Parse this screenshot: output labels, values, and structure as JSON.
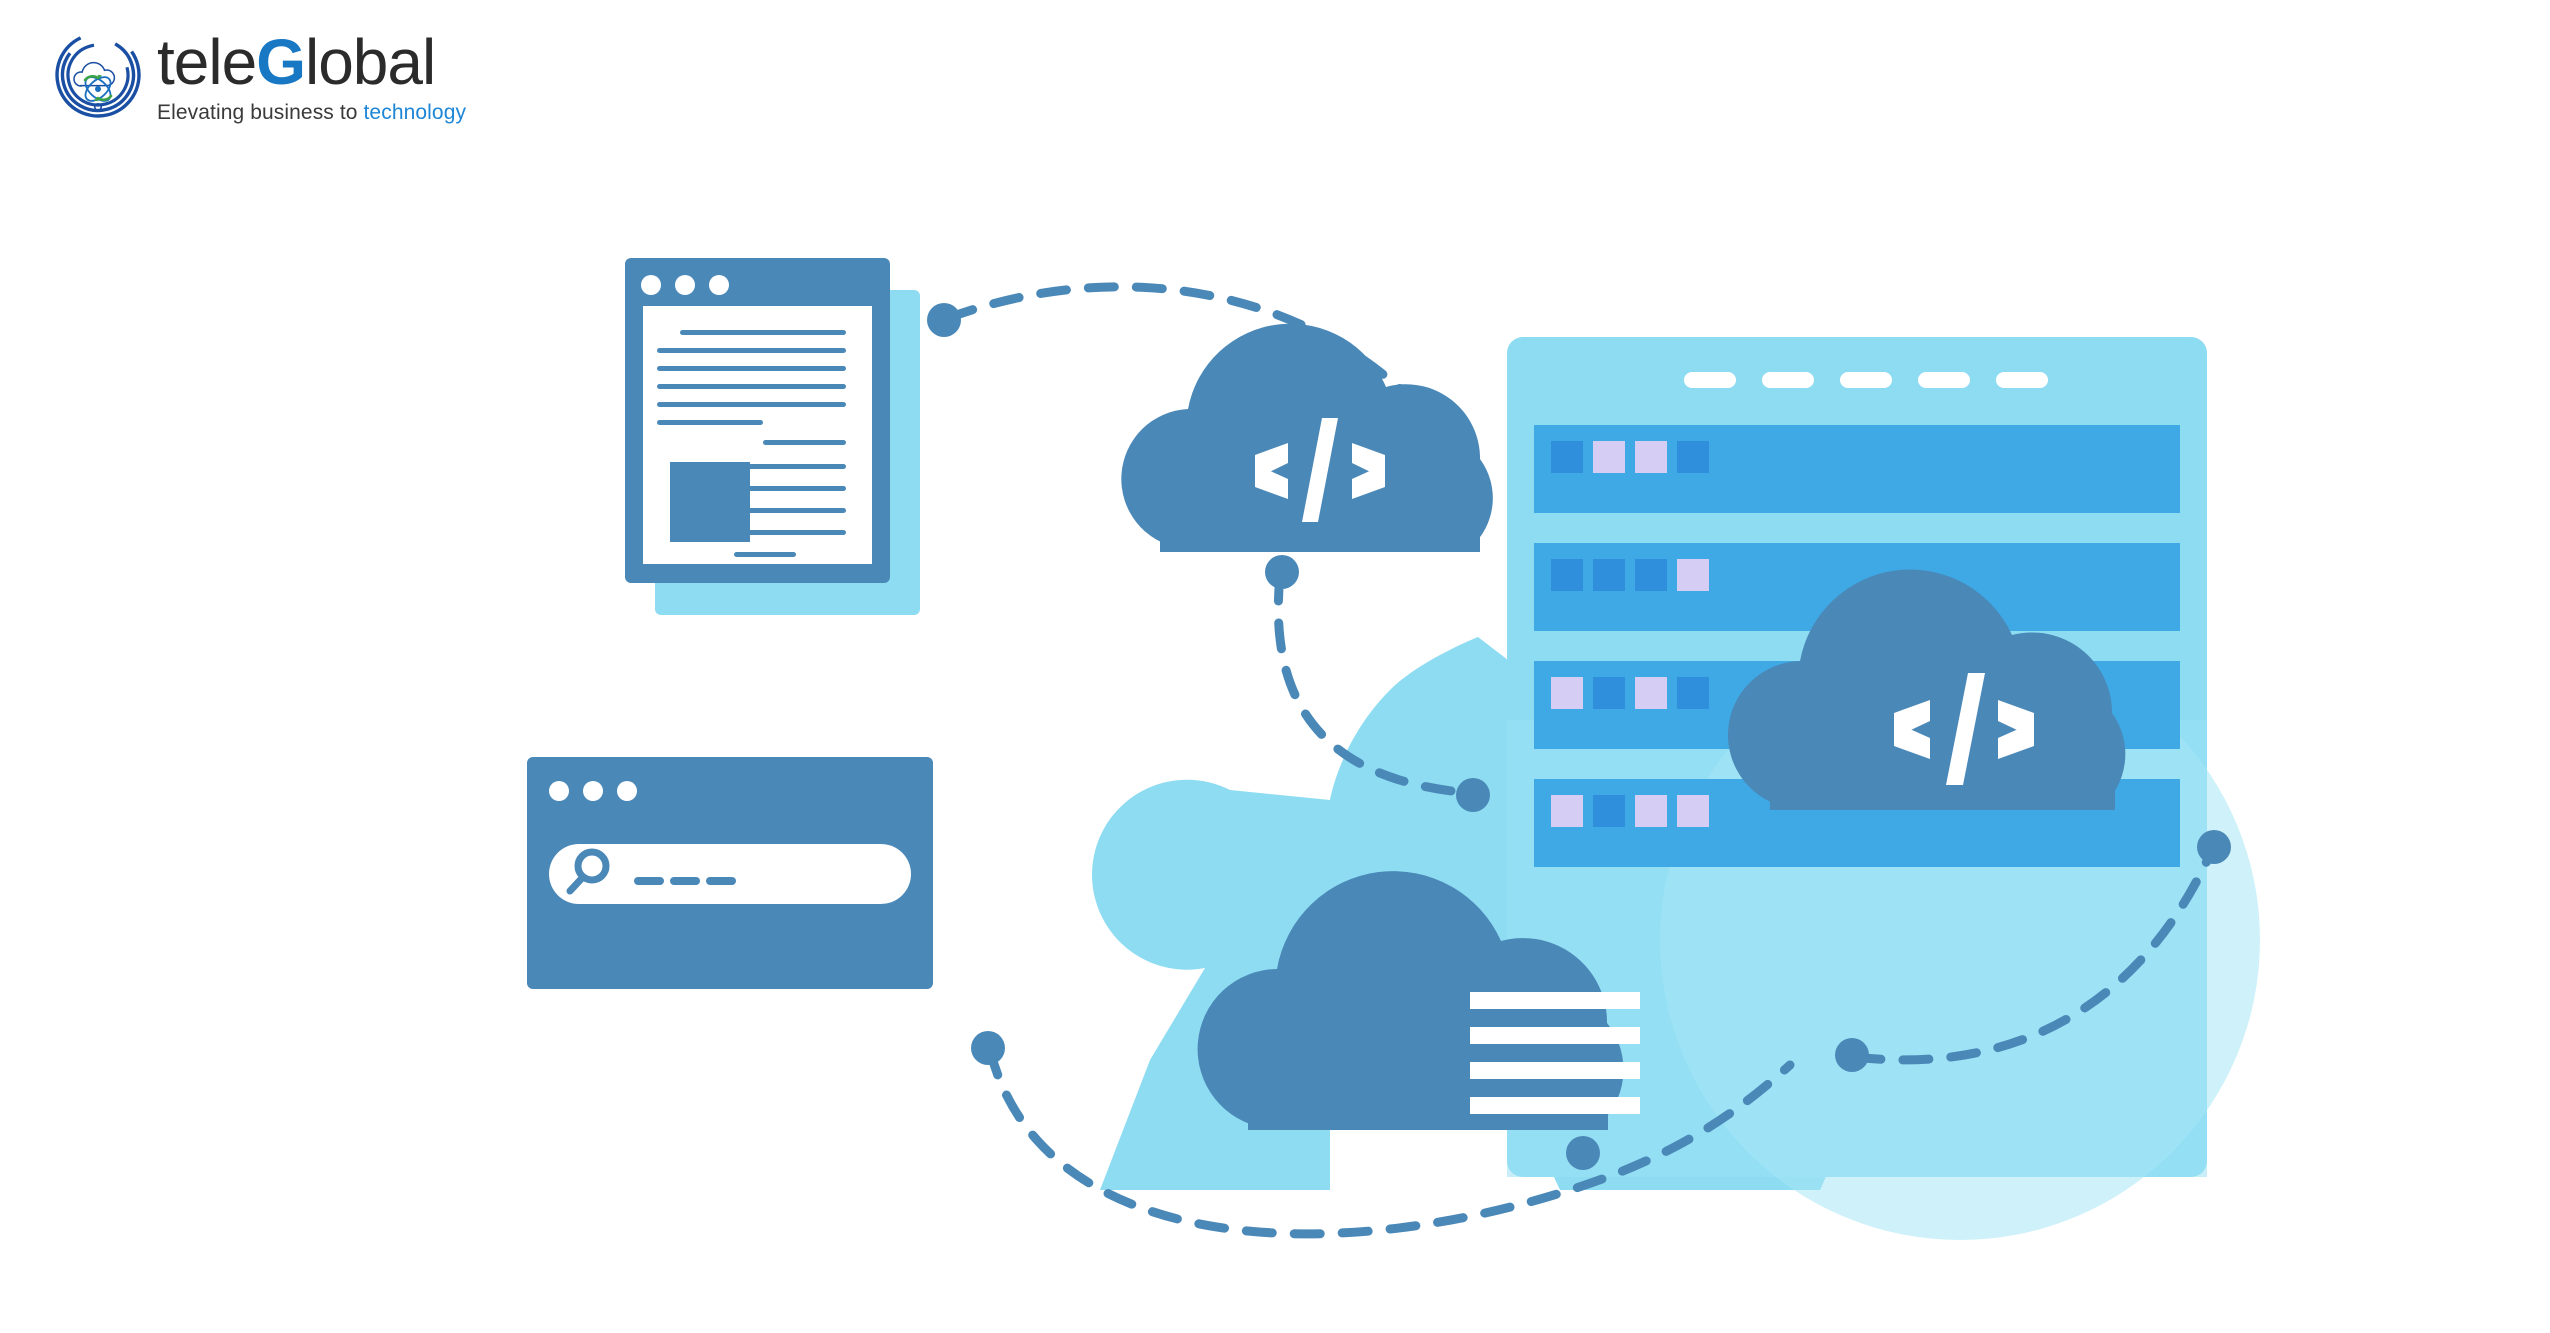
{
  "brand": {
    "name_part1": "tele",
    "name_accent": "G",
    "name_part2": "lobal",
    "tagline_plain": "Elevating business to ",
    "tagline_accent": "technology",
    "logo_icon": "cloud-atom-swirl-logo",
    "colors": {
      "text_dark": "#2b2b2b",
      "accent_blue": "#1878c4",
      "tagline_link": "#1d86d6",
      "logo_ring": "#1a4fa3",
      "logo_green": "#3aa447"
    }
  },
  "illustration": {
    "name": "cloud-computing-hero-illustration",
    "palette": {
      "steel_blue": "#4a88b8",
      "mid_blue": "#3fa9e5",
      "light_cyan": "#8adcf0",
      "pale_cyan": "#a5e4f5",
      "lavender": "#d6cdf5",
      "bright_blue": "#2f8fdd",
      "white": "#ffffff"
    },
    "document_window": {
      "name": "document-browser-window",
      "dots": 3,
      "body_lines": 11,
      "image_placeholder": true
    },
    "search_window": {
      "name": "search-browser-window",
      "dots": 3,
      "search_icon": "magnifier-icon",
      "query_dashes": 3,
      "placeholder": "___ ___ ___"
    },
    "server_rack": {
      "name": "server-rack",
      "top_vents": 5,
      "bays": [
        {
          "leds": [
            "blue",
            "lavender",
            "lavender",
            "blue"
          ]
        },
        {
          "leds": [
            "blue",
            "blue",
            "blue",
            "lavender"
          ]
        },
        {
          "leds": [
            "lavender",
            "blue",
            "lavender",
            "blue"
          ]
        },
        {
          "leds": [
            "lavender",
            "blue",
            "lavender",
            "lavender"
          ]
        }
      ]
    },
    "clouds": [
      {
        "name": "cloud-code-top",
        "glyph": "</>",
        "type": "code"
      },
      {
        "name": "cloud-code-right",
        "glyph": "</>",
        "type": "code"
      },
      {
        "name": "cloud-data-bottom",
        "glyph": "",
        "type": "lines",
        "lines": 4
      }
    ],
    "gear": {
      "name": "gear-backdrop",
      "teeth_notches": 4
    },
    "connectors": [
      {
        "name": "connector-document-to-cloud",
        "style": "dashed-curve",
        "endpoints": 2
      },
      {
        "name": "connector-cloud-to-gear",
        "style": "dashed-curve",
        "endpoints": 2
      },
      {
        "name": "connector-bottom-loop",
        "style": "dashed-curve",
        "endpoints": 2
      },
      {
        "name": "connector-right-loop",
        "style": "dashed-curve",
        "endpoints": 2
      }
    ]
  }
}
